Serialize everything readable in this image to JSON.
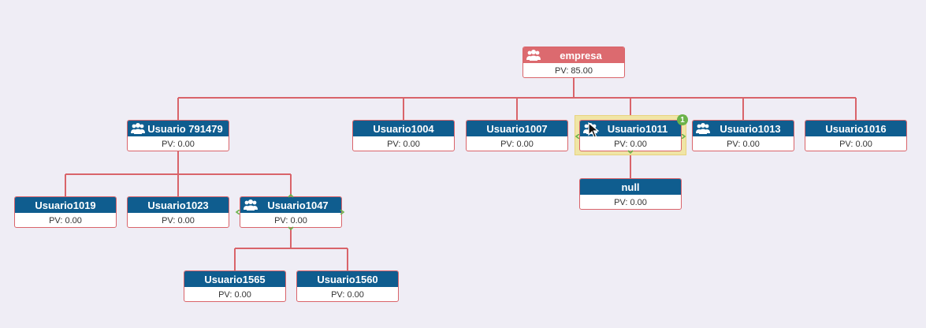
{
  "colors": {
    "background": "#efedf5",
    "node_header": "#0f5d8f",
    "root_header": "#dc6a6f",
    "connector": "#d9646a",
    "selection": "#f0e5a6",
    "handle": "#6bb34a"
  },
  "nodes": {
    "empresa": {
      "title": "empresa",
      "pv": "PV: 85.00",
      "icon": "team-icon"
    },
    "u791479": {
      "title": "Usuario 791479",
      "pv": "PV: 0.00",
      "icon": "team-icon"
    },
    "u1004": {
      "title": "Usuario1004",
      "pv": "PV: 0.00"
    },
    "u1007": {
      "title": "Usuario1007",
      "pv": "PV: 0.00"
    },
    "u1011": {
      "title": "Usuario1011",
      "pv": "PV: 0.00",
      "icon": "team-icon",
      "selected": true
    },
    "u1013": {
      "title": "Usuario1013",
      "pv": "PV: 0.00",
      "icon": "team-icon"
    },
    "u1016": {
      "title": "Usuario1016",
      "pv": "PV: 0.00"
    },
    "u1019": {
      "title": "Usuario1019",
      "pv": "PV: 0.00"
    },
    "u1023": {
      "title": "Usuario1023",
      "pv": "PV: 0.00"
    },
    "u1047": {
      "title": "Usuario1047",
      "pv": "PV: 0.00",
      "icon": "team-icon"
    },
    "null": {
      "title": "null",
      "pv": "PV: 0.00"
    },
    "u1565": {
      "title": "Usuario1565",
      "pv": "PV: 0.00"
    },
    "u1560": {
      "title": "Usuario1560",
      "pv": "PV: 0.00"
    }
  },
  "selection_badge": "1"
}
